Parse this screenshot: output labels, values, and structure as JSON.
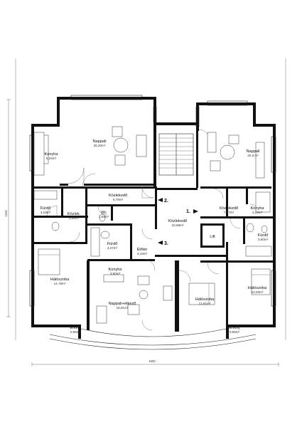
{
  "rooms": {
    "nappali_top": {
      "name": "Nappali",
      "area": "25,20m²"
    },
    "konyha_left": {
      "name": "Konyha",
      "area": "5,34m²"
    },
    "nappali_right": {
      "name": "Nappali",
      "area": "20,0 m²"
    },
    "kozlekedo_mid": {
      "name": "Közlekedő",
      "area": "5,79m²"
    },
    "furdo_left": {
      "name": "Fürdő",
      "area": "4,18m²"
    },
    "kozlek_left": {
      "name": "Közlek.",
      "area": "3,58m²"
    },
    "wc": {
      "name": "Wc",
      "area": "1,59m²"
    },
    "kozlekedo_center": {
      "name": "Közlekedő",
      "area": "10,58m²"
    },
    "kozlekedo_right": {
      "name": "Közlekedő",
      "area": "7,27m²"
    },
    "konyha_right": {
      "name": "Konyha",
      "area": "4,10m²"
    },
    "furdo_mid": {
      "name": "Fürdő",
      "area": "4,27m²"
    },
    "eloter": {
      "name": "Előtér",
      "area": "3,18m²"
    },
    "lift": {
      "name": "Lift",
      "area": ""
    },
    "furdo_right": {
      "name": "Fürdő",
      "area": "3,60m²"
    },
    "haloszoba_left": {
      "name": "Hálószoba",
      "area": "14,79m²"
    },
    "konyha_bottom": {
      "name": "Konyha",
      "area": "3,60m²"
    },
    "nappali_etkezo": {
      "name": "Nappali+étkező",
      "area": "18,91m²"
    },
    "haloszoba_mid": {
      "name": "Hálószoba",
      "area": "12,81m²"
    },
    "haloszoba_right": {
      "name": "Hálószoba",
      "area": "10,93m²"
    },
    "erkely_left": {
      "name": "Erkély",
      "area": "0,98m²"
    },
    "erkely_right": {
      "name": "Erkély",
      "area": "0,98m²"
    }
  },
  "stair_markers": {
    "one": "1.",
    "two": "2.",
    "three": "3."
  },
  "dimensions": {
    "width": "1500",
    "height": "1245"
  }
}
